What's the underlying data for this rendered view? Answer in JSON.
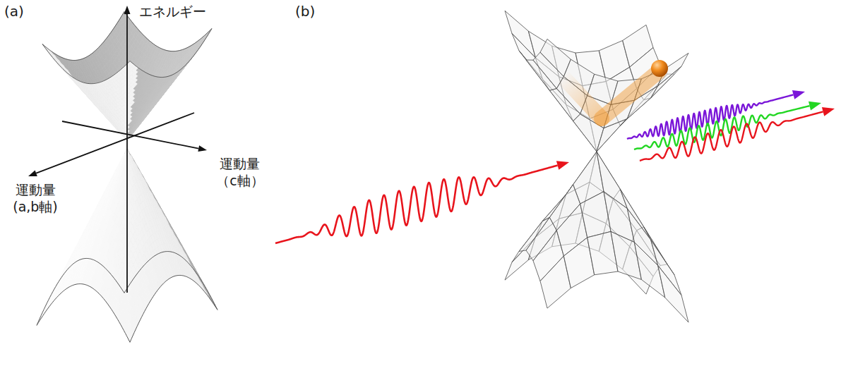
{
  "diagram": {
    "labels": [
      "(a)",
      "(b)",
      "エネルギー",
      "運動量 （c軸）",
      "運動量 (a,b軸)"
    ]
  }
}
